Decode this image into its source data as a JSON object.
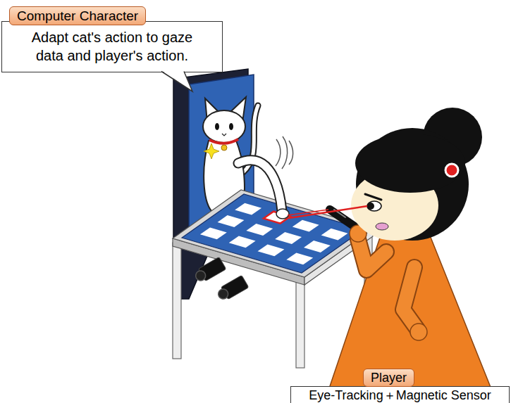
{
  "diagram": {
    "nodes": [
      {
        "text": [
          "Computer Character",
          "Adapt cat's action to gaze data and player's action."
        ]
      },
      {
        "text": [
          "Player",
          "Eye-Tracking＋Magnetic Sensor"
        ]
      }
    ]
  }
}
